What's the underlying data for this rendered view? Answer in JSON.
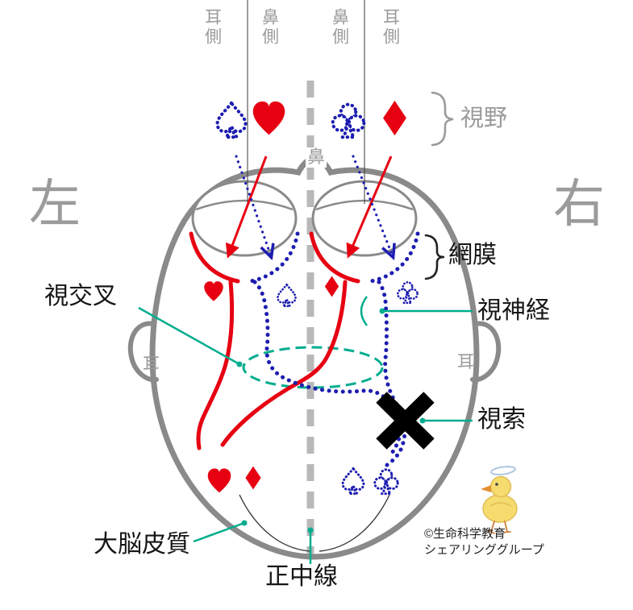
{
  "labels": {
    "side_top_left_temporal": "耳側",
    "side_top_left_nasal": "鼻側",
    "side_top_right_nasal": "鼻側",
    "side_top_right_temporal": "耳側",
    "visual_field": "視野",
    "nose": "鼻",
    "left": "左",
    "right": "右",
    "ear_left": "耳",
    "ear_right": "耳",
    "optic_chiasm": "視交叉",
    "retina": "網膜",
    "optic_nerve": "視神経",
    "optic_tract": "視索",
    "cerebral_cortex": "大脳皮質",
    "midline": "正中線"
  },
  "credit": {
    "line1": "©生命科学教育",
    "line2": "シェアリンググループ"
  },
  "icons": {
    "spade": "spade-outline-dotted-blue",
    "heart": "heart-solid-red",
    "club": "club-outline-dotted-blue",
    "diamond": "diamond-solid-red",
    "lesion": "black-x-mark",
    "mascot": "hand-drawn-chick"
  },
  "colors": {
    "pathway_red": "#e60012",
    "pathway_blue": "#1d1db0",
    "pointer_teal": "#00ad8e",
    "outline_gray": "#8a8a8a",
    "label_gray": "#9b9b9b",
    "midline_gray": "#b8b8b8"
  }
}
